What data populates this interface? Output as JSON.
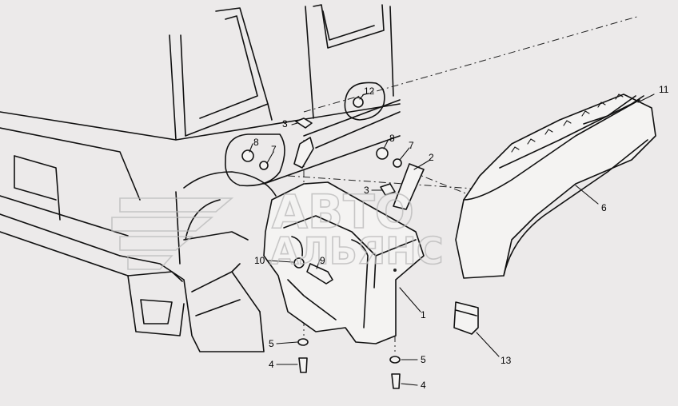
{
  "watermark": {
    "line1": "АВТО",
    "line2": "АЛЬЯНС"
  },
  "callouts": [
    "1",
    "2",
    "3",
    "3",
    "4",
    "4",
    "5",
    "5",
    "6",
    "7",
    "7",
    "8",
    "8",
    "9",
    "10",
    "11",
    "12",
    "13"
  ]
}
